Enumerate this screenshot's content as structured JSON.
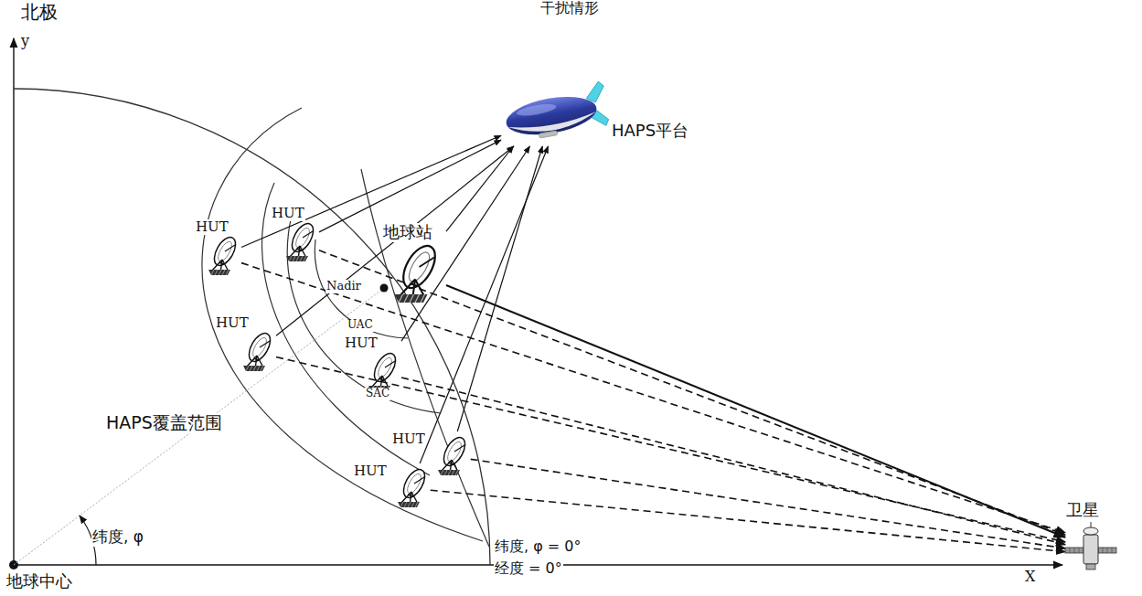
{
  "diagram": {
    "title": "干扰情形",
    "nodes": [
      {
        "text": [
          "HAPS平台"
        ]
      },
      {
        "text": [
          "HUT"
        ]
      },
      {
        "text": [
          "HUT"
        ]
      },
      {
        "text": [
          "地球站"
        ]
      },
      {
        "text": [
          "HUT"
        ]
      },
      {
        "text": [
          "HUT"
        ]
      },
      {
        "text": [
          "HUT"
        ]
      },
      {
        "text": [
          "HUT"
        ]
      },
      {
        "text": [
          "卫星"
        ]
      }
    ],
    "edges": [
      {
        "from": 1,
        "to": 0,
        "arrow": "to"
      },
      {
        "from": 2,
        "to": 0,
        "arrow": "to"
      },
      {
        "from": 3,
        "to": 0,
        "arrow": "to"
      },
      {
        "from": 4,
        "to": 0,
        "arrow": "to"
      },
      {
        "from": 5,
        "to": 0,
        "arrow": "to"
      },
      {
        "from": 6,
        "to": 0,
        "arrow": "to"
      },
      {
        "from": 7,
        "to": 0,
        "arrow": "to"
      },
      {
        "from": 1,
        "to": 8,
        "arrow": "to"
      },
      {
        "from": 2,
        "to": 8,
        "arrow": "to"
      },
      {
        "from": 3,
        "to": 8,
        "arrow": "to"
      },
      {
        "from": 4,
        "to": 8,
        "arrow": "to"
      },
      {
        "from": 5,
        "to": 8,
        "arrow": "to"
      },
      {
        "from": 6,
        "to": 8,
        "arrow": "to"
      },
      {
        "from": 7,
        "to": 8,
        "arrow": "to"
      }
    ],
    "labels": [
      "北极",
      "y",
      "Nadir",
      "UAC",
      "SAC",
      "HAPS覆盖范围",
      "纬度, φ",
      "纬度, φ = 0°",
      "经度 = 0°",
      "X",
      "地球中心"
    ]
  }
}
